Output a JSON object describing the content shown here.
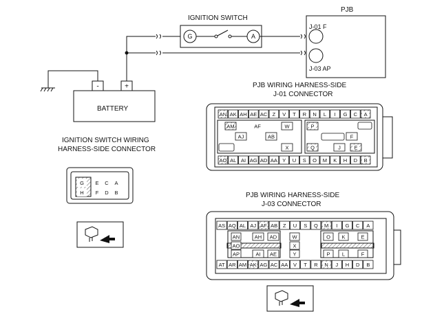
{
  "labels": {
    "ignition_switch": "IGNITION SWITCH",
    "pjb": "PJB",
    "j01f": "J-01 F",
    "j03ap": "J-03 AP",
    "battery": "BATTERY",
    "battery_minus": "-",
    "battery_plus": "+",
    "ig_G": "G",
    "ig_A": "A",
    "j01_title_1": "PJB WIRING HARNESS-SIDE",
    "j01_title_2": "J-01 CONNECTOR",
    "ig_conn_title_1": "IGNITION SWITCH WIRING",
    "ig_conn_title_2": "HARNESS-SIDE CONNECTOR",
    "j03_title_1": "PJB WIRING HARNESS-SIDE",
    "j03_title_2": "J-03 CONNECTOR"
  },
  "ig_connector": {
    "row1": [
      "G",
      "E",
      "C",
      "A"
    ],
    "row2": [
      "H",
      "F",
      "D",
      "B"
    ]
  },
  "j01": {
    "top": [
      "AN",
      "AK",
      "AH",
      "AE",
      "AC",
      "Z",
      "V",
      "T",
      "R",
      "N",
      "L",
      "I",
      "G",
      "C",
      "A"
    ],
    "mid": [
      "AM",
      "AF",
      "W",
      "P",
      "AJ",
      "AB",
      "F",
      "X",
      "Q",
      "J",
      "E"
    ],
    "bottom": [
      "AO",
      "AL",
      "AI",
      "AG",
      "AD",
      "AA",
      "Y",
      "U",
      "S",
      "O",
      "M",
      "K",
      "H",
      "D",
      "B"
    ]
  },
  "j03": {
    "top": [
      "AS",
      "AQ",
      "AL",
      "AJ",
      "AF",
      "AB",
      "Z",
      "U",
      "S",
      "Q",
      "M",
      "I",
      "G",
      "C",
      "A"
    ],
    "mid": [
      "AN",
      "AH",
      "AD",
      "W",
      "O",
      "K",
      "E",
      "AO",
      "X",
      "AP",
      "AI",
      "AE",
      "Y",
      "P",
      "L",
      "F"
    ],
    "bottom": [
      "AT",
      "AR",
      "AM",
      "AK",
      "AG",
      "AC",
      "AA",
      "V",
      "T",
      "R",
      "N",
      "J",
      "H",
      "D",
      "B"
    ]
  }
}
